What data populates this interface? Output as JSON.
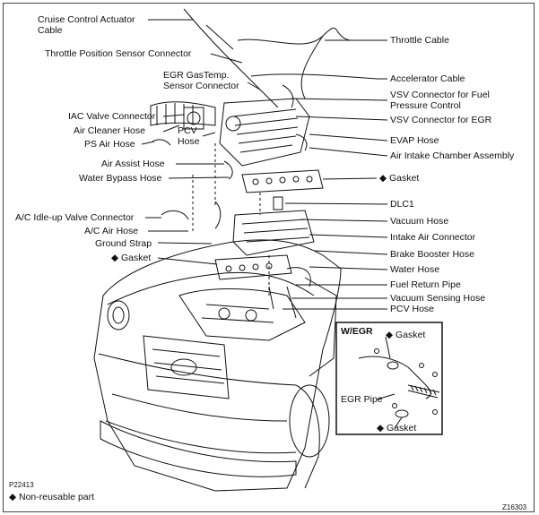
{
  "left_labels": {
    "cruise_control_actuator_cable": "Cruise Control Actuator\nCable",
    "throttle_position_sensor_connector": "Throttle Position Sensor Connector",
    "egr_gas_temp_sensor_connector": "EGR GasTemp.\nSensor Connector",
    "iac_valve_connector": "IAC Valve Connector",
    "air_cleaner_hose": "Air Cleaner Hose",
    "pcv_hose_left": "PCV\nHose",
    "ps_air_hose": "PS Air Hose",
    "air_assist_hose": "Air Assist Hose",
    "water_bypass_hose": "Water Bypass Hose",
    "ac_idle_up_valve_connector": "A/C Idle-up Valve Connector",
    "ac_air_hose": "A/C Air Hose",
    "ground_strap": "Ground Strap",
    "gasket_left": "◆ Gasket"
  },
  "right_labels": {
    "throttle_cable": "Throttle Cable",
    "accelerator_cable": "Accelerator Cable",
    "vsv_connector_fuel": "VSV Connector for Fuel\nPressure Control",
    "vsv_connector_egr": "VSV Connector for EGR",
    "evap_hose": "EVAP Hose",
    "air_intake_chamber_assembly": "Air Intake Chamber Assembly",
    "gasket_right": "◆ Gasket",
    "dlc1": "DLC1",
    "vacuum_hose": "Vacuum Hose",
    "intake_air_connector": "Intake Air Connector",
    "brake_booster_hose": "Brake Booster Hose",
    "water_hose": "Water Hose",
    "fuel_return_pipe": "Fuel Return Pipe",
    "vacuum_sensing_hose": "Vacuum Sensing Hose",
    "pcv_hose_right": "PCV Hose"
  },
  "inset": {
    "title": "W/EGR",
    "gasket_top": "◆ Gasket",
    "egr_pipe": "EGR Pipe",
    "gasket_bottom": "◆ Gasket"
  },
  "footer": {
    "figure_code": "P22413",
    "legend": "◆ Non-reusable part",
    "corner_code": "Z16303"
  }
}
